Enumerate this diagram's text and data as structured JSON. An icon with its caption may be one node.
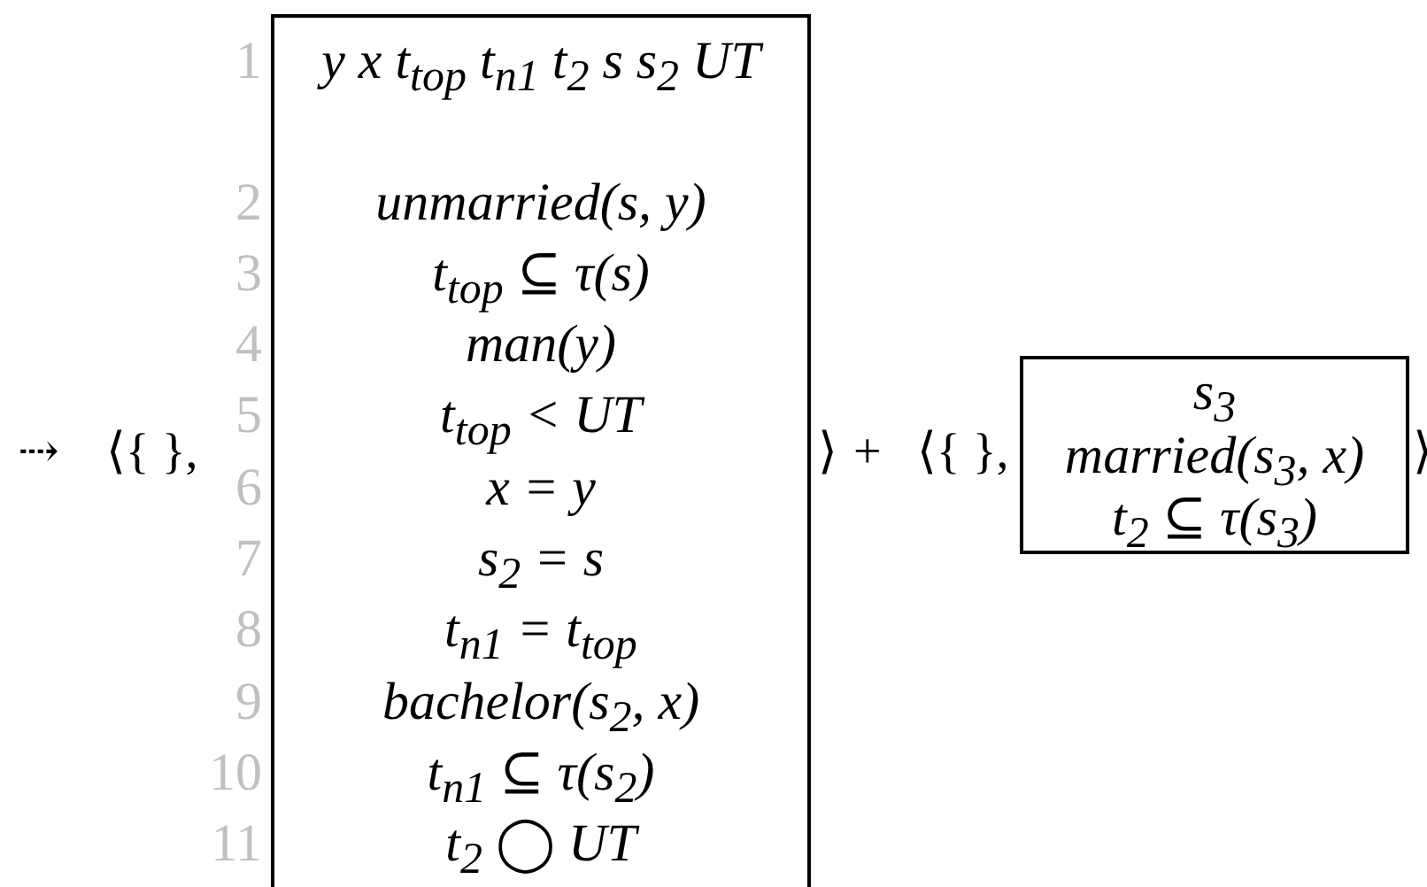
{
  "diagram": {
    "nodes": [
      {
        "text": [
          "y x t$_{top}$ t$_{n1}$ t$_{2}$ s s$_{2}$ UT",
          "unmarried(s, y)",
          "t$_{top}$ ⊆ τ(s)",
          "man(y)",
          "t$_{top}$ < UT",
          "x = y",
          "s$_{2}$ = s",
          "t$_{n1}$ = t$_{top}$",
          "bachelor(s$_{2}$, x)",
          "t$_{n1}$ ⊆ τ(s$_{2}$)",
          "t$_{2}$ ◯ UT"
        ]
      },
      {
        "text": [
          "s$_{3}$",
          "married(s$_{3}$, x)",
          "t$_{2}$ ⊆ τ(s$_{3}$)"
        ]
      }
    ],
    "edges": [],
    "labels": [
      "1",
      "2",
      "3",
      "4",
      "5",
      "6",
      "7",
      "8",
      "9",
      "10",
      "11",
      "⇢",
      "⟨{ },",
      "⟩",
      "+",
      "⟨{ },",
      "⟩"
    ]
  }
}
